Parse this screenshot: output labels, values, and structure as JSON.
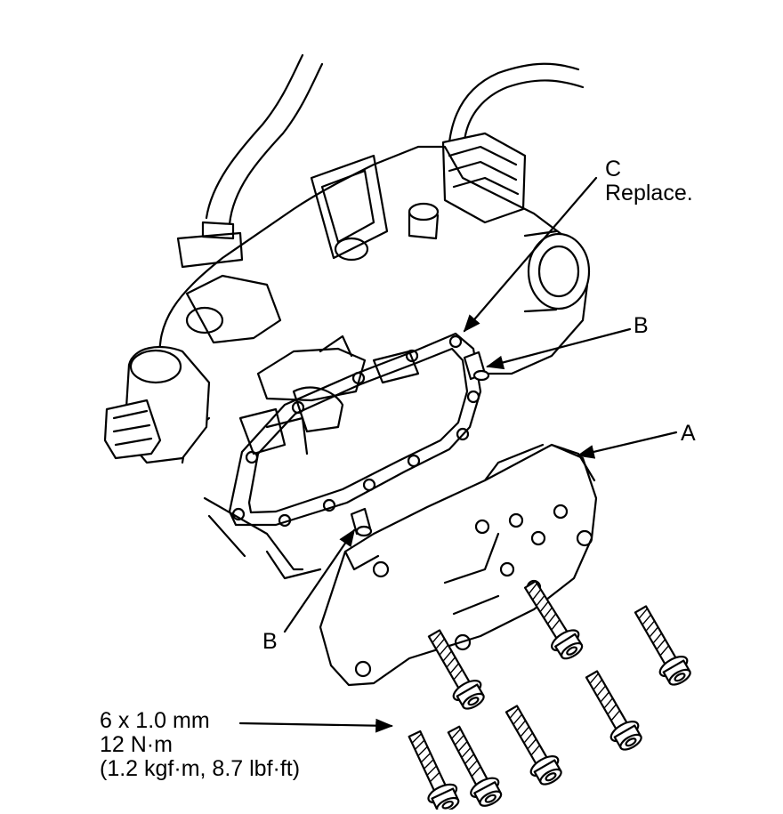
{
  "callouts": {
    "gasket": {
      "letter": "C",
      "note": "Replace."
    },
    "dowel_pin_upper": {
      "letter": "B"
    },
    "cover": {
      "letter": "A"
    },
    "dowel_pin_lower": {
      "letter": "B"
    }
  },
  "bolt_spec": {
    "size": "6 x 1.0 mm",
    "torque_nm": "12 N·m",
    "torque_alt": "(1.2 kgf·m, 8.7 lbf·ft)"
  },
  "colors": {
    "ink": "#000000",
    "paper": "#ffffff"
  }
}
